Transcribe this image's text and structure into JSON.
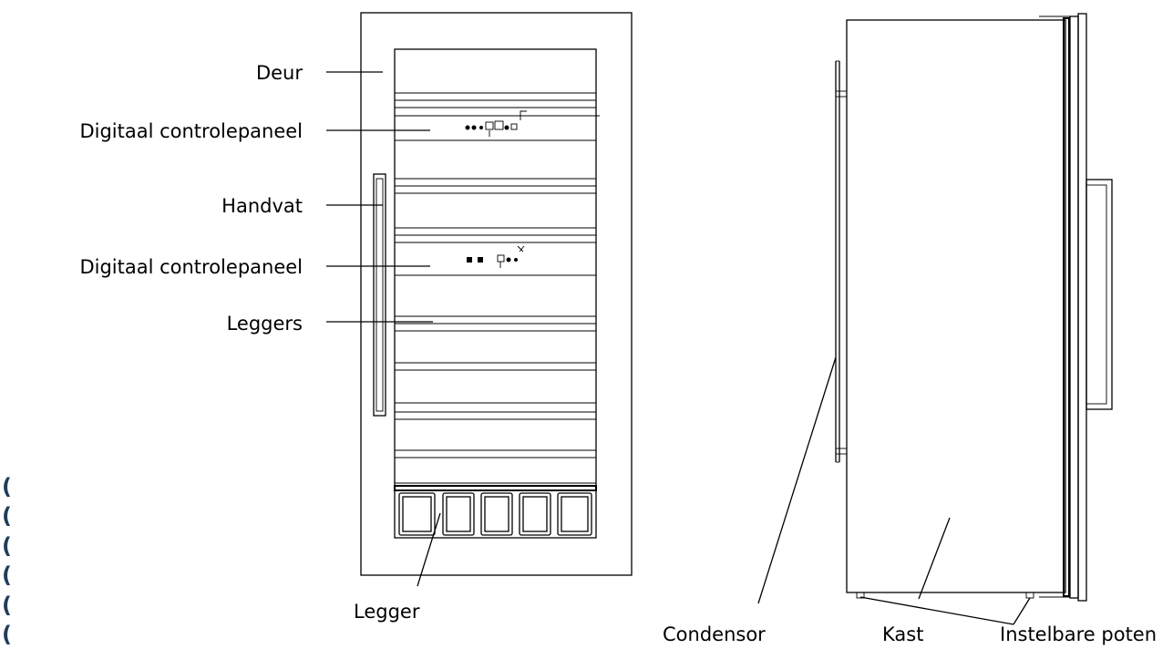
{
  "labels": {
    "door": "Deur",
    "control_panel_top": "Digitaal controlepaneel",
    "handle": "Handvat",
    "control_panel_bottom": "Digitaal controlepaneel",
    "shelves": "Leggers",
    "shelf": "Legger",
    "condenser": "Condensor",
    "cabinet": "Kast",
    "adjustable_feet": "Instelbare poten"
  },
  "edge_glyphs": [
    "(",
    "(",
    "(",
    "(",
    "(",
    "("
  ]
}
